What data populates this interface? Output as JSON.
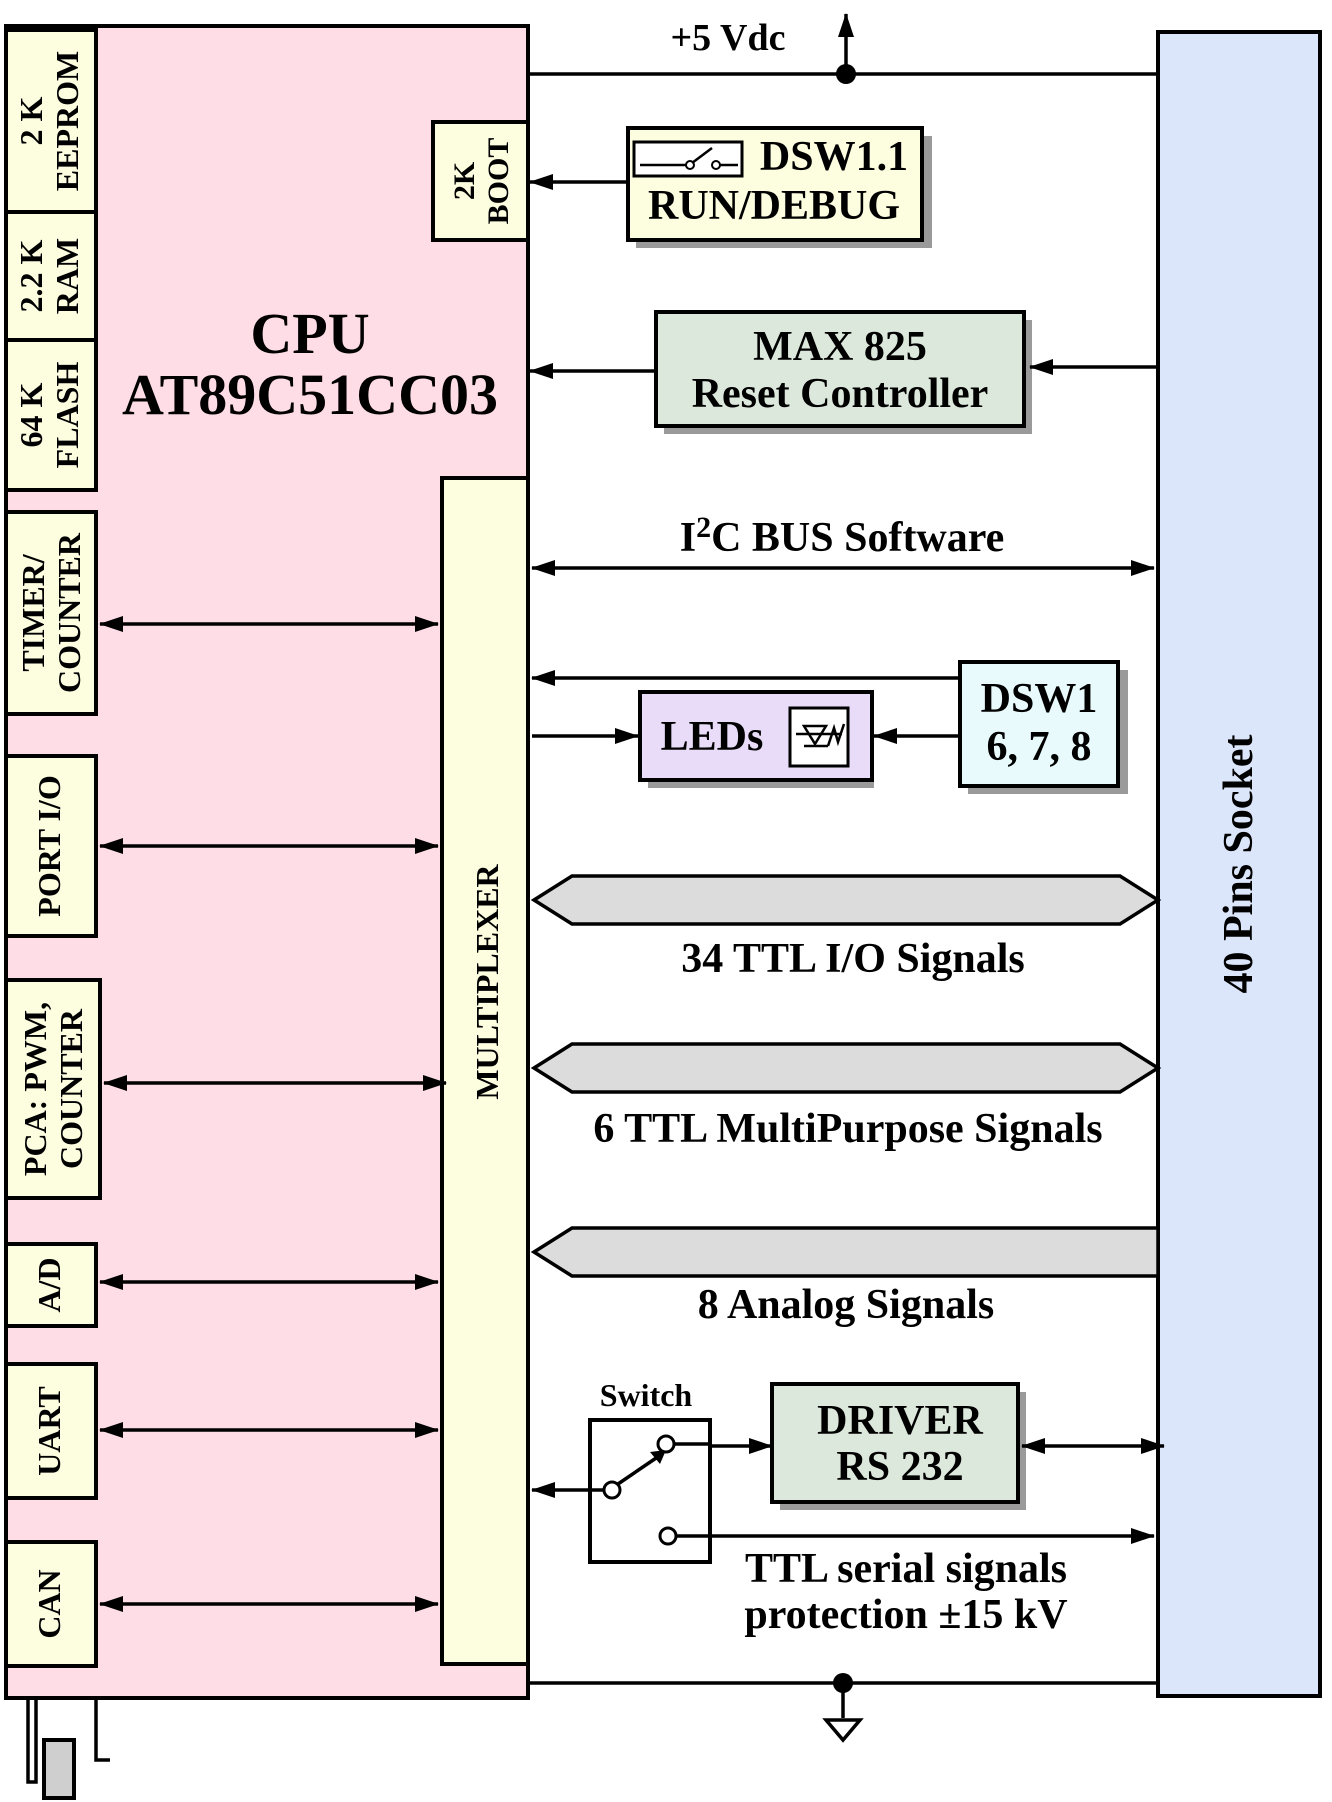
{
  "diagram": {
    "cpu": {
      "line1": "CPU",
      "line2": "AT89C51CC03",
      "color": "#ffdde7"
    },
    "memory": {
      "eeprom": {
        "size": "2 K",
        "type": "EEPROM"
      },
      "ram": {
        "size": "2.2 K",
        "type": "RAM"
      },
      "flash": {
        "size": "64 K",
        "type": "FLASH"
      }
    },
    "boot": {
      "size": "2K",
      "type": "BOOT"
    },
    "peripherals": {
      "timer": {
        "line1": "TIMER/",
        "line2": "COUNTER"
      },
      "port_io": {
        "line1": "PORT I/O"
      },
      "pca": {
        "line1": "PCA: PWM,",
        "line2": "COUNTER"
      },
      "ad": {
        "line1": "A/D"
      },
      "uart": {
        "line1": "UART"
      },
      "can": {
        "line1": "CAN"
      }
    },
    "multiplexer": {
      "label": "MULTIPLEXER",
      "color": "#fdfde0"
    },
    "power": {
      "label": "+5 Vdc"
    },
    "dsw_debug": {
      "line1": "DSW1.1",
      "line2": "RUN/DEBUG",
      "color": "#fdfde0"
    },
    "max825": {
      "line1": "MAX 825",
      "line2": "Reset Controller",
      "color": "#dde8dd"
    },
    "i2c": {
      "prefix": "I",
      "superscript": "2",
      "suffix": "C BUS Software"
    },
    "leds": {
      "label": "LEDs",
      "color": "#e8dcf8"
    },
    "dsw_leds": {
      "line1": "DSW1",
      "line2": "6, 7, 8",
      "color": "#e8fafc"
    },
    "buses": {
      "ttl_io": {
        "label": "34 TTL I/O Signals"
      },
      "ttl_multi": {
        "label": "6 TTL MultiPurpose Signals"
      },
      "analog": {
        "label": "8 Analog Signals"
      }
    },
    "switch": {
      "label": "Switch"
    },
    "driver": {
      "line1": "DRIVER",
      "line2": "RS 232",
      "color": "#dde8dd"
    },
    "ttl_serial": {
      "line1": "TTL serial signals",
      "line2": "protection ±15 kV"
    },
    "socket": {
      "label": "40 Pins Socket",
      "color": "#dce6fb"
    },
    "module_color": "#fdfde0",
    "bus_color": "#dcdcdc"
  }
}
